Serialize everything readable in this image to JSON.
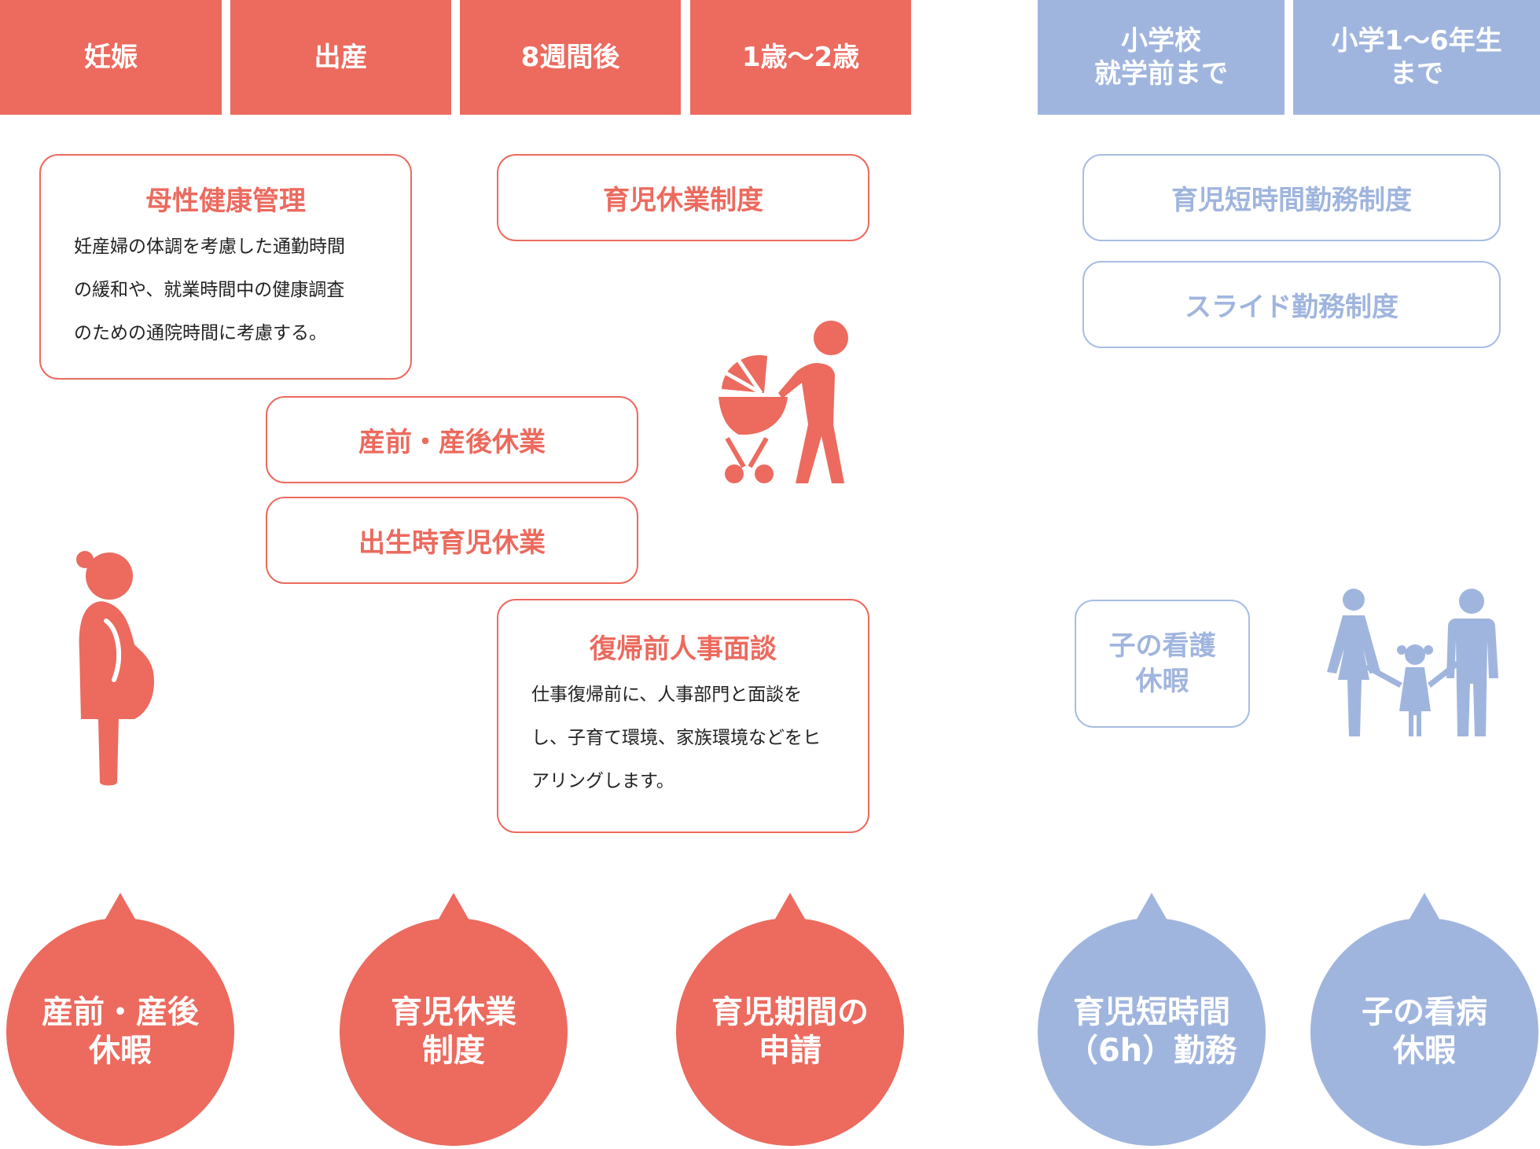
{
  "colors": {
    "accent_red": "#ec6a5e",
    "accent_blue": "#a0b5de"
  },
  "timeline": {
    "pregnancy": "妊娠",
    "birth": "出産",
    "week8": "8週間後",
    "age1to2": "1歳～2歳",
    "preschool": "小学校\n就学前まで",
    "elementary": "小学1～6年生\nまで"
  },
  "boxes": {
    "maternal_health": {
      "title": "母性健康管理",
      "lines": [
        "妊産婦の体調を考慮した通勤時間",
        "の緩和や、就業時間中の健康調査",
        "のための通院時間に考慮する。"
      ]
    },
    "childcare_leave": {
      "title": "育児休業制度"
    },
    "short_hours": {
      "title": "育児短時間勤務制度"
    },
    "slide_work": {
      "title": "スライド勤務制度"
    },
    "maternity_leave": {
      "title": "産前・産後休業"
    },
    "birth_childcare_leave": {
      "title": "出生時育児休業"
    },
    "pre_return_interview": {
      "title": "復帰前人事面談",
      "lines": [
        "仕事復帰前に、人事部門と面談を",
        "し、子育て環境、家族環境などをヒ",
        "アリングします。"
      ]
    },
    "child_nursing_leave": {
      "title": "子の看護\n休暇"
    }
  },
  "icons": {
    "pregnant": "pregnant-woman-icon",
    "stroller": "stroller-parent-icon",
    "family": "family-icon"
  },
  "bubbles": {
    "maternity": "産前・産後\n休暇",
    "childcare": "育児休業\n制度",
    "application": "育児期間の\n申請",
    "short_time": "育児短時間\n（6h）勤務",
    "sick_child": "子の看病\n休暇"
  }
}
